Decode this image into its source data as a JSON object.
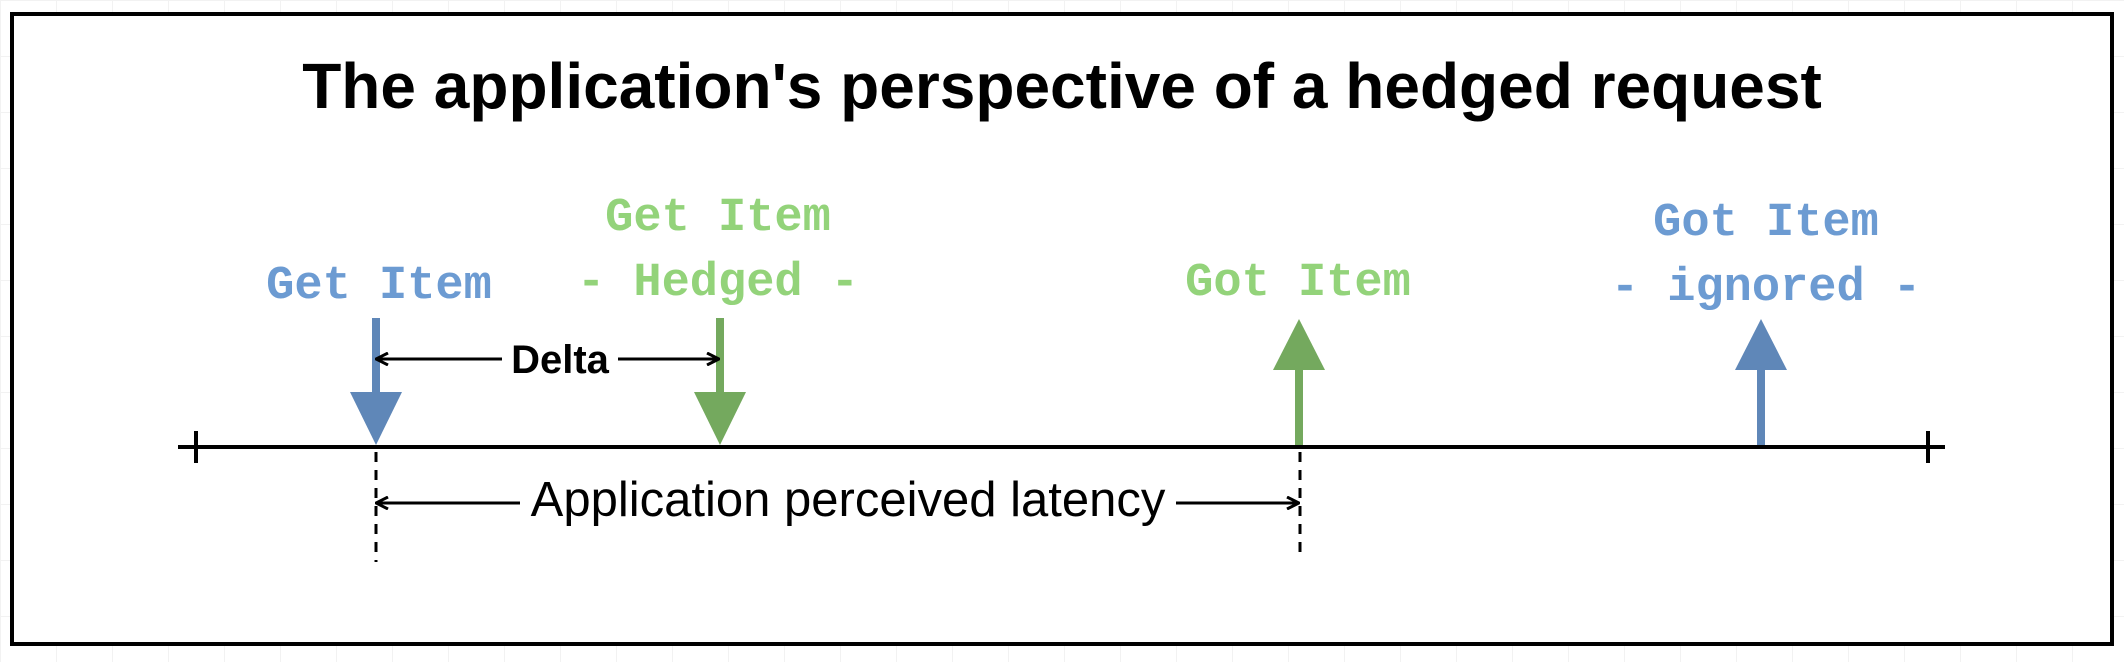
{
  "title": "The application's perspective of a hedged request",
  "events": {
    "get_item": {
      "label": "Get Item",
      "color": "#6c9bd2",
      "direction": "down"
    },
    "get_item_hedged": {
      "label_line1": "Get Item",
      "label_line2": "- Hedged -",
      "color": "#93d37a",
      "direction": "down"
    },
    "got_item": {
      "label": "Got Item",
      "color": "#93d37a",
      "direction": "up"
    },
    "got_item_ignored": {
      "label_line1": "Got Item",
      "label_line2": "- ignored -",
      "color": "#6c9bd2",
      "direction": "up"
    }
  },
  "intervals": {
    "delta": "Delta",
    "latency": "Application perceived latency"
  },
  "colors": {
    "blue_arrow": "#5f87b8",
    "green_arrow": "#74a95e",
    "blue_text": "#6c9bd2",
    "green_text": "#93d37a",
    "line": "#000000"
  }
}
